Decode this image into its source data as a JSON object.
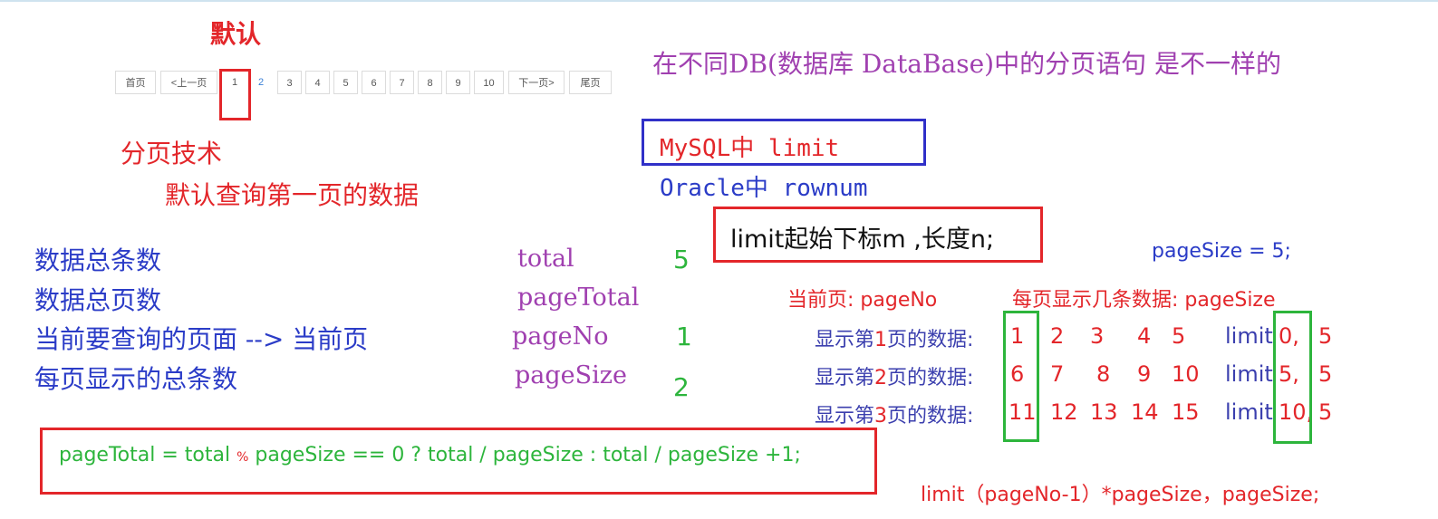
{
  "pagination": {
    "default_label": "默认",
    "buttons": [
      "首页",
      "<上一页",
      "1",
      "2",
      "3",
      "4",
      "5",
      "6",
      "7",
      "8",
      "9",
      "10",
      "下一页>",
      "尾页"
    ],
    "tech_label": "分页技术",
    "default_query": "默认查询第一页的数据"
  },
  "db_note": {
    "heading": "在不同DB(数据库 DataBase)中的分页语句 是不一样的",
    "mysql": "MySQL中 limit",
    "oracle": "Oracle中 rownum",
    "limit_desc": "limit起始下标m ,长度n;"
  },
  "terms": [
    {
      "cn": "数据总条数",
      "en": "total",
      "val": "5"
    },
    {
      "cn": "数据总页数",
      "en": "pageTotal",
      "val": ""
    },
    {
      "cn": "当前要查询的页面 --> 当前页",
      "en": "pageNo",
      "val": "1"
    },
    {
      "cn": "每页显示的总条数",
      "en": "pageSize",
      "val": "2"
    }
  ],
  "example": {
    "page_size_decl": "pageSize = 5;",
    "current_page_label": "当前页: pageNo",
    "per_page_label": "每页显示几条数据: pageSize",
    "rows": [
      {
        "pre": "显示第",
        "num": "1",
        "post": "页的数据:",
        "items": [
          "1",
          "2",
          "3",
          "4",
          "5"
        ],
        "limit_kw": "limit",
        "offset": "0,",
        "size": "5"
      },
      {
        "pre": "显示第",
        "num": "2",
        "post": "页的数据:",
        "items": [
          "6",
          "7",
          "8",
          "9",
          "10"
        ],
        "limit_kw": "limit",
        "offset": "5,",
        "size": "5"
      },
      {
        "pre": "显示第",
        "num": "3",
        "post": "页的数据:",
        "items": [
          "11",
          "12",
          "13",
          "14",
          "15"
        ],
        "limit_kw": "limit",
        "offset": "10,",
        "size": "5"
      }
    ],
    "formula_general": "limit（pageNo-1）*pageSize，pageSize;"
  },
  "formula": {
    "a": "pageTotal = total",
    "pct": "%",
    "b": "pageSize  == 0 ?  total / pageSize : total / pageSize +1;"
  },
  "colors": {
    "red": "#e3262a",
    "blue": "#2b3cc7",
    "purple": "#a040b0",
    "green": "#2db53c"
  }
}
